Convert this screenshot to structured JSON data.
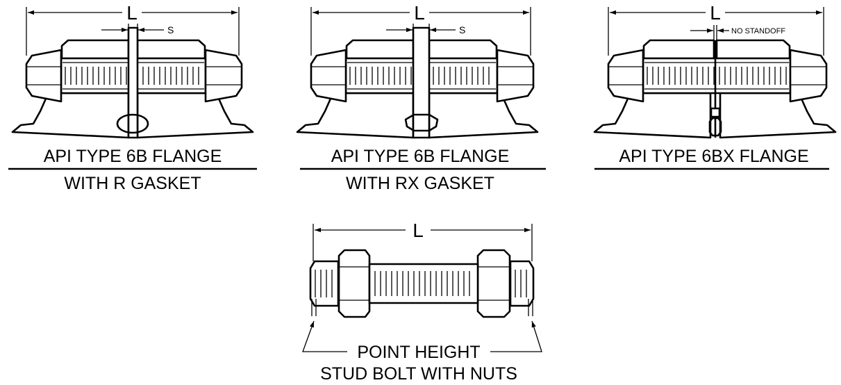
{
  "figures": {
    "r_gasket": {
      "title": "API TYPE 6B FLANGE",
      "subtitle": "WITH R GASKET",
      "length_label": "L",
      "standoff_label": "S"
    },
    "rx_gasket": {
      "title": "API TYPE 6B FLANGE",
      "subtitle": "WITH RX GASKET",
      "length_label": "L",
      "standoff_label": "S"
    },
    "bx_gasket": {
      "title": "API TYPE 6BX FLANGE",
      "length_label": "L",
      "standoff_label": "NO STANDOFF"
    },
    "stud_bolt": {
      "length_label": "L",
      "point_label": "POINT HEIGHT",
      "caption": "STUD BOLT WITH NUTS"
    }
  },
  "colors": {
    "line": "#000000",
    "background": "#ffffff"
  }
}
